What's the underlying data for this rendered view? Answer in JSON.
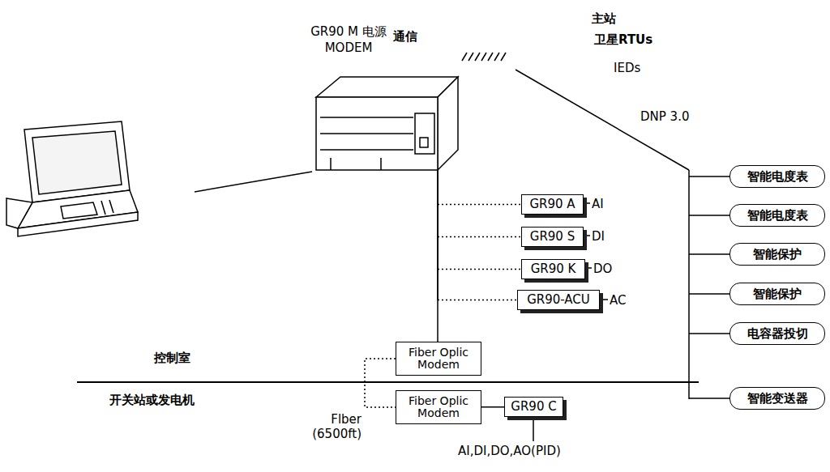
{
  "diagram": {
    "nodes": [
      {
        "text": [
          "GR90 M 电源 MODEM"
        ]
      },
      {
        "text": [
          "GR90 A"
        ]
      },
      {
        "text": [
          "GR90 S"
        ]
      },
      {
        "text": [
          "GR90 K"
        ]
      },
      {
        "text": [
          "GR90-ACU"
        ]
      },
      {
        "text": [
          "Fiber Oplic Modem"
        ]
      },
      {
        "text": [
          "Fiber Oplic Modem"
        ]
      },
      {
        "text": [
          "GR90 C"
        ]
      },
      {
        "text": [
          "智能电度表"
        ]
      },
      {
        "text": [
          "智能电度表"
        ]
      },
      {
        "text": [
          "智能保护"
        ]
      },
      {
        "text": [
          "智能保护"
        ]
      },
      {
        "text": [
          "电容器投切"
        ]
      },
      {
        "text": [
          "智能变送器"
        ]
      }
    ],
    "edges": [
      {
        "from": 0,
        "to": 1,
        "arrow": "none"
      },
      {
        "from": 0,
        "to": 2,
        "arrow": "none"
      },
      {
        "from": 0,
        "to": 3,
        "arrow": "none"
      },
      {
        "from": 0,
        "to": 4,
        "arrow": "none"
      },
      {
        "from": 0,
        "to": 5,
        "arrow": "none"
      },
      {
        "from": 5,
        "to": 6,
        "label": "Flber (6500ft)",
        "arrow": "none"
      },
      {
        "from": 6,
        "to": 7,
        "arrow": "none"
      }
    ],
    "labels": [
      "通信",
      "主站",
      "卫星RTUs",
      "IEDs",
      "DNP 3.0",
      "控制室",
      "开关站或发电机",
      "AI",
      "DI",
      "DO",
      "AC",
      "AI,DI,DO,AO(PID)"
    ]
  }
}
